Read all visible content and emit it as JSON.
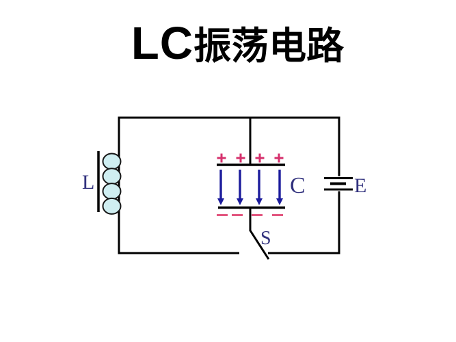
{
  "slide": {
    "title": {
      "latin": "LC",
      "cjk": "振荡电路"
    },
    "background_color": "#ffffff"
  },
  "circuit": {
    "component_labels": {
      "inductor": "L",
      "capacitor": "C",
      "battery": "E",
      "switch": "S"
    },
    "capacitor_charges": {
      "top_plate": {
        "symbol": "+",
        "count": 4
      },
      "bottom_plate": {
        "symbol": "−",
        "count": 4
      }
    },
    "electric_field_arrows": {
      "count": 4,
      "direction": "down"
    },
    "coil_turns": 4,
    "colors": {
      "wire": "#000000",
      "positive_charge": "#d6316d",
      "negative_charge": "#e2567f",
      "field_arrow": "#1c1c9c",
      "component_label": "#32327e",
      "coil_fill": "#cfeef1",
      "title": "#000000"
    }
  }
}
